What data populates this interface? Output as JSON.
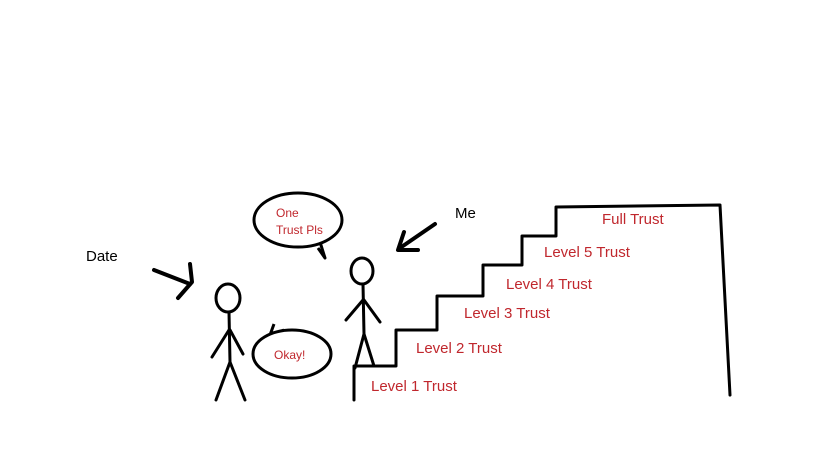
{
  "labels": {
    "date": "Date",
    "me": "Me"
  },
  "bubbles": {
    "me_line1": "One",
    "me_line2": "Trust Pls",
    "date": "Okay!"
  },
  "stairs": {
    "steps": [
      "Level 1 Trust",
      "Level 2 Trust",
      "Level 3 Trust",
      "Level 4 Trust",
      "Level 5 Trust",
      "Full Trust"
    ]
  },
  "colors": {
    "ink": "#000000",
    "text_red": "#c0272d",
    "background": "#ffffff"
  }
}
